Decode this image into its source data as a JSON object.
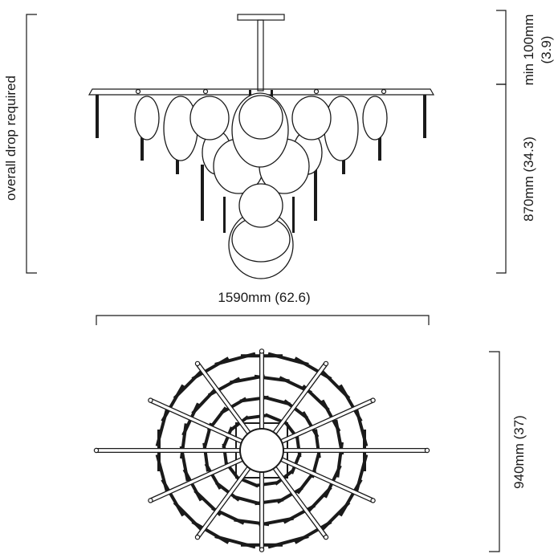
{
  "labels": {
    "overall_drop": "overall drop required",
    "min_top_a": "min 100mm",
    "min_top_b": "(3.9)",
    "height": "870mm (34.3)",
    "width": "1590mm (62.6)",
    "depth": "940mm (37)"
  }
}
